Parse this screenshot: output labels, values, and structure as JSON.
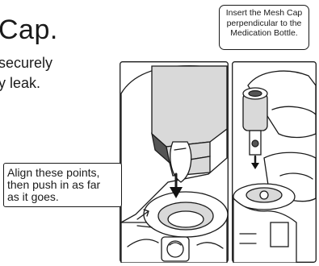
{
  "heading": "Cap.",
  "instruction_lines": [
    "securely",
    "y leak."
  ],
  "callouts": {
    "insert": [
      "Insert the Mesh Cap",
      "perpendicular to the",
      "Medication Bottle."
    ],
    "align": [
      "Align these points,",
      "then push in as far",
      "as it goes."
    ]
  },
  "colors": {
    "ink": "#1a1a1a",
    "shade": "#d9d9d9"
  }
}
